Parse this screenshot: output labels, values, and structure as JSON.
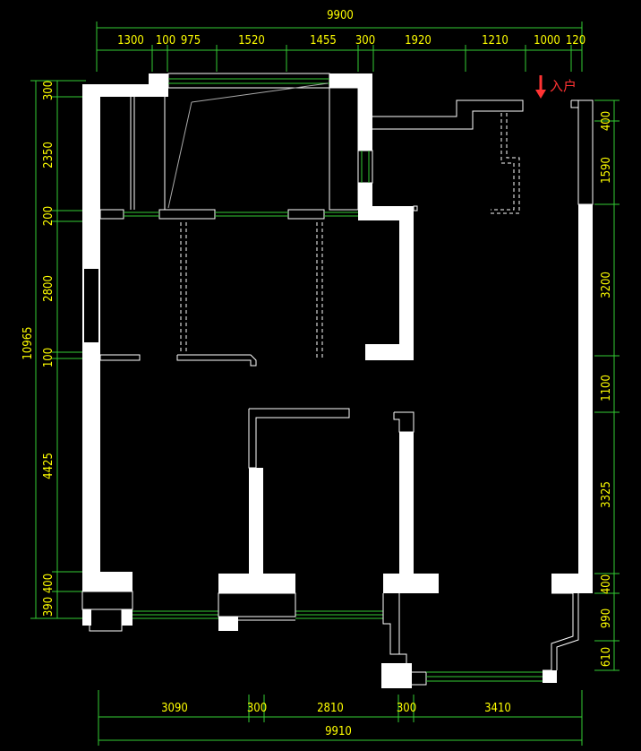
{
  "colors": {
    "background": "#000000",
    "wall": "#ffffff",
    "dimension_text": "#ffff00",
    "dimension_line": "#33cc33",
    "entry": "#ff3333"
  },
  "entry_label": "入户",
  "top": {
    "total": "9900",
    "segments": [
      "1300",
      "100",
      "975",
      "1520",
      "1455",
      "300",
      "1920",
      "1210",
      "1000",
      "120"
    ]
  },
  "bottom": {
    "total": "9910",
    "segments": [
      "3090",
      "300",
      "2810",
      "300",
      "3410"
    ]
  },
  "left": {
    "total": "10965",
    "segments": [
      "300",
      "2350",
      "200",
      "2800",
      "100",
      "4425",
      "400",
      "390"
    ]
  },
  "right": {
    "segments": [
      "400",
      "1590",
      "3200",
      "1100",
      "3325",
      "400",
      "990",
      "610"
    ]
  }
}
